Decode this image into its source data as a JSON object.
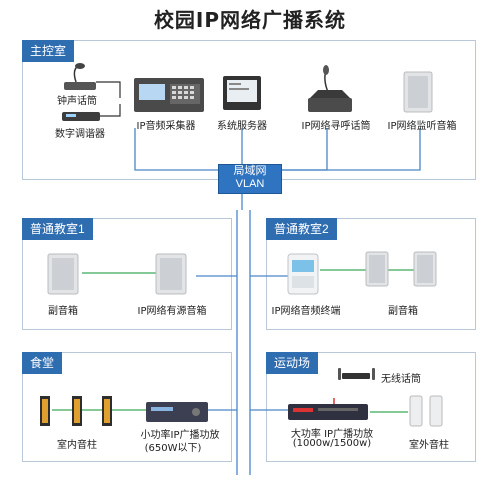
{
  "title": "校园IP网络广播系统",
  "network": {
    "line1": "局域网",
    "line2": "VLAN"
  },
  "colors": {
    "accent": "#2f6db1",
    "link_blue": "#2f74c0",
    "link_green": "#3aa957"
  },
  "panels": {
    "control_room": {
      "tag": "主控室",
      "devices": [
        {
          "name": "钟声话筒",
          "icon": "gooseneck-microphone-icon"
        },
        {
          "name": "数字调谐器",
          "icon": "tuner-icon"
        },
        {
          "name": "IP音频采集器",
          "icon": "audio-collector-icon"
        },
        {
          "name": "系统服务器",
          "icon": "server-icon"
        },
        {
          "name": "IP网络寻呼话筒",
          "icon": "paging-microphone-icon"
        },
        {
          "name": "IP网络监听音箱",
          "icon": "monitor-speaker-icon"
        }
      ]
    },
    "classroom1": {
      "tag": "普通教室1",
      "devices": [
        {
          "name": "副音箱",
          "icon": "speaker-icon"
        },
        {
          "name": "IP网络有源音箱",
          "icon": "active-speaker-icon"
        }
      ]
    },
    "classroom2": {
      "tag": "普通教室2",
      "devices": [
        {
          "name": "IP网络音频终端",
          "icon": "audio-terminal-icon"
        },
        {
          "name": "副音箱",
          "icon": "speaker-icon"
        }
      ]
    },
    "canteen": {
      "tag": "食堂",
      "devices": [
        {
          "name": "室内音柱",
          "icon": "column-speaker-icon"
        },
        {
          "name": "小功率IP广播功放",
          "name2": "(650W以下)",
          "icon": "amplifier-icon"
        }
      ]
    },
    "sports": {
      "tag": "运动场",
      "devices": [
        {
          "name": "无线话筒",
          "icon": "wireless-microphone-icon"
        },
        {
          "name": "大功率 IP广播功放",
          "name2": "(1000w/1500w)",
          "icon": "amplifier-icon"
        },
        {
          "name": "室外音柱",
          "icon": "outdoor-column-speaker-icon"
        }
      ]
    }
  }
}
